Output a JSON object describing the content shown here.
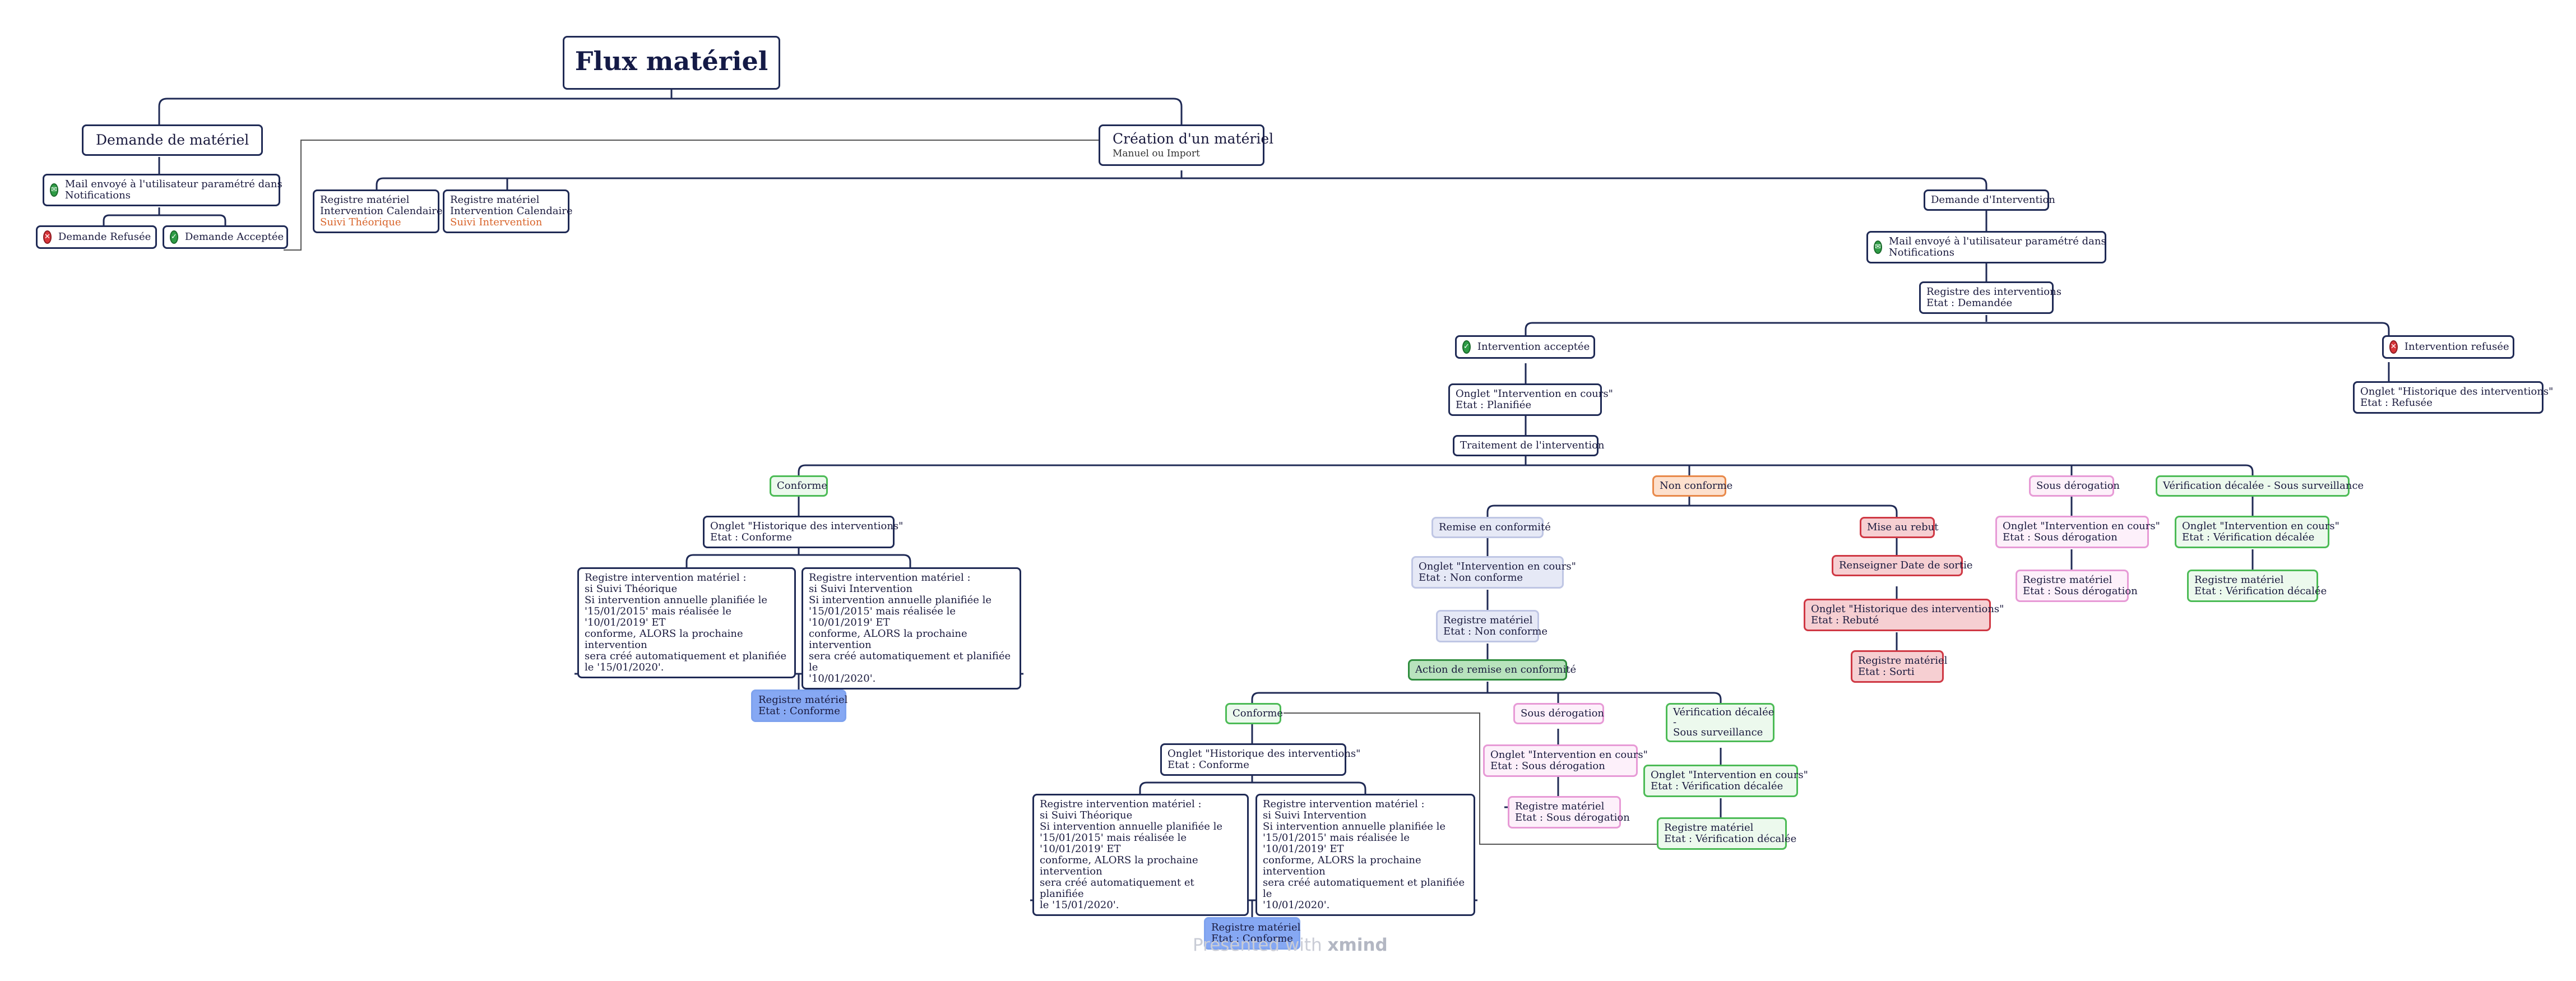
{
  "title": "Flux matériel",
  "demande": {
    "label": "Demande de matériel",
    "mail": [
      "Mail envoyé à l'utilisateur paramétré dans",
      "Notifications"
    ],
    "refusee": "Demande Refusée",
    "acceptee": "Demande Acceptée"
  },
  "creation": {
    "label": "Création d'un matériel",
    "sub": "Manuel ou Import"
  },
  "registres": [
    [
      "Registre matériel",
      "Intervention Calendaire",
      "Suivi Théorique"
    ],
    [
      "Registre matériel",
      "Intervention Calendaire",
      "Suivi Intervention"
    ]
  ],
  "di": {
    "label": "Demande d'Intervention",
    "mail": [
      "Mail envoyé à l'utilisateur paramétré dans",
      "Notifications"
    ],
    "registre": [
      "Registre des interventions",
      "Etat : Demandée"
    ]
  },
  "acceptee": {
    "label": "Intervention acceptée",
    "onglet": [
      "Onglet \"Intervention en cours\"",
      "Etat : Planifiée"
    ],
    "traitement": "Traitement de l'intervention"
  },
  "refusee": {
    "label": "Intervention refusée",
    "onglet": [
      "Onglet \"Historique des interventions\"",
      "Etat : Refusée"
    ]
  },
  "conforme": {
    "label": "Conforme",
    "onglet": [
      "Onglet \"Historique des interventions\"",
      "Etat : Conforme"
    ],
    "reg1": [
      "Registre intervention matériel :",
      "si Suivi Théorique",
      "Si intervention annuelle planifiée le",
      "'15/01/2015' mais réalisée le  '10/01/2019' ET",
      "conforme, ALORS la prochaine intervention",
      "sera créé automatiquement et planifiée",
      "le '15/01/2020'."
    ],
    "reg2": [
      "Registre intervention matériel :",
      "si Suivi Intervention",
      "Si intervention annuelle planifiée le",
      "'15/01/2015' mais réalisée le '10/01/2019' ET",
      "conforme, ALORS la prochaine intervention",
      "sera créé automatiquement et planifiée le",
      "'10/01/2020'."
    ],
    "final": [
      "Registre matériel",
      "Etat : Conforme"
    ]
  },
  "nonconforme": {
    "label": "Non conforme",
    "remise": "Remise en conformité",
    "onglet": [
      "Onglet \"Intervention en cours\"",
      "Etat : Non conforme"
    ],
    "registre": [
      "Registre matériel",
      "Etat : Non conforme"
    ],
    "action": "Action de remise en conformité",
    "conforme": "Conforme",
    "onglet2": [
      "Onglet \"Historique des interventions\"",
      "Etat : Conforme"
    ],
    "reg1": [
      "Registre intervention matériel :",
      "si Suivi Théorique",
      "Si intervention annuelle planifiée le",
      "'15/01/2015' mais réalisée le  '10/01/2019' ET",
      "conforme, ALORS la prochaine intervention",
      "sera créé automatiquement et planifiée",
      "le '15/01/2020'."
    ],
    "reg2": [
      "Registre intervention matériel :",
      "si Suivi Intervention",
      "Si intervention annuelle planifiée le",
      "'15/01/2015' mais réalisée le '10/01/2019' ET",
      "conforme, ALORS la prochaine intervention",
      "sera créé automatiquement et planifiée le",
      "'10/01/2020'."
    ],
    "final": [
      "Registre matériel",
      "Etat : Conforme"
    ],
    "sousderog": "Sous dérogation",
    "sdOnglet": [
      "Onglet \"Intervention en cours\"",
      "Etat : Sous dérogation"
    ],
    "sdRegistre": [
      "Registre matériel",
      "Etat : Sous dérogation"
    ],
    "verif": [
      "Vérification décalée",
      "-",
      "Sous surveillance"
    ],
    "vOnglet": [
      "Onglet \"Intervention en cours\"",
      "Etat : Vérification décalée"
    ],
    "vRegistre": [
      "Registre matériel",
      "Etat : Vérification décalée"
    ],
    "rebut": "Mise au rebut",
    "dateSortie": "Renseigner Date de sortie",
    "rOnglet": [
      "Onglet \"Historique des interventions\"",
      "Etat : Rebuté"
    ],
    "rRegistre": [
      "Registre matériel",
      "Etat : Sorti"
    ]
  },
  "sousderog": {
    "label": "Sous dérogation",
    "onglet": [
      "Onglet \"Intervention en cours\"",
      "Etat : Sous dérogation"
    ],
    "registre": [
      "Registre matériel",
      "Etat : Sous dérogation"
    ]
  },
  "verif": {
    "label": "Vérification décalée - Sous surveillance",
    "onglet": [
      "Onglet \"Intervention en cours\"",
      "Etat : Vérification décalée"
    ],
    "registre": [
      "Registre matériel",
      "Etat : Vérification décalée"
    ]
  },
  "watermark": {
    "prefix": "Presented with",
    "brand": "xmind"
  }
}
